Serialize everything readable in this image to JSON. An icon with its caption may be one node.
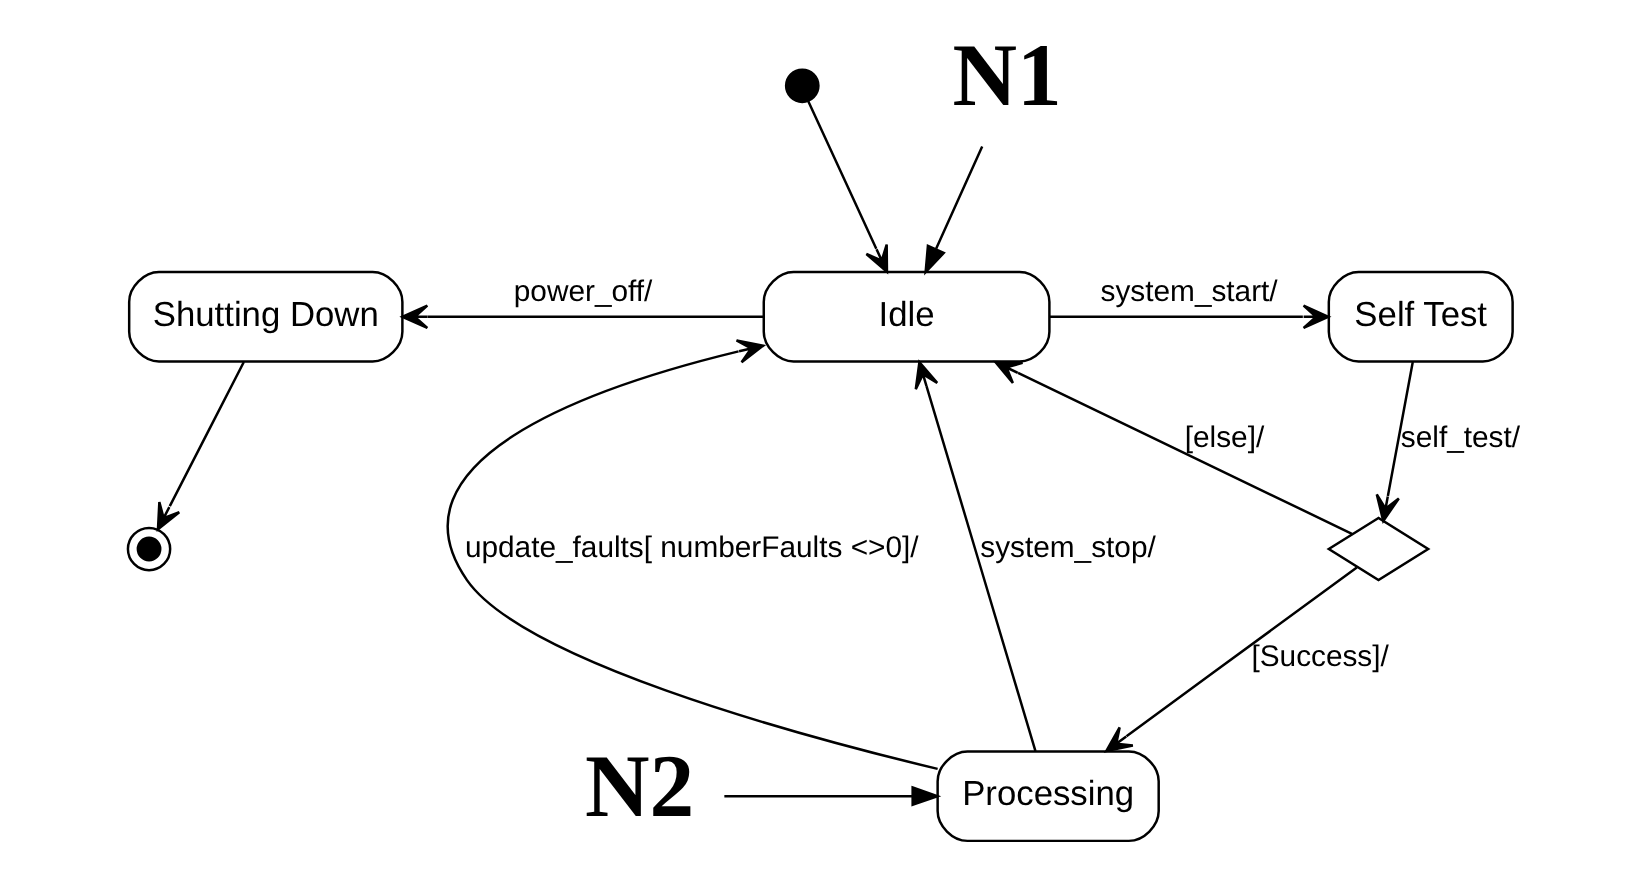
{
  "diagram": {
    "nodes": [
      {
        "text": [],
        "shape": "circle"
      },
      {
        "text": [
          "Idle"
        ]
      },
      {
        "text": [
          "Shutting Down"
        ]
      },
      {
        "text": [],
        "shape": "circle"
      },
      {
        "text": [
          "Self Test"
        ]
      },
      {
        "text": [],
        "shape": "diamond"
      },
      {
        "text": [
          "Processing"
        ]
      },
      {
        "text": [
          "N1"
        ]
      },
      {
        "text": [
          "N2"
        ]
      }
    ],
    "edges": [
      {
        "from": 0,
        "to": 1,
        "arrow": "to"
      },
      {
        "from": 7,
        "to": 1,
        "arrow": "to"
      },
      {
        "from": 1,
        "to": 2,
        "label": "power_off/",
        "arrow": "to"
      },
      {
        "from": 2,
        "to": 3,
        "arrow": "to"
      },
      {
        "from": 1,
        "to": 4,
        "label": "system_start/",
        "arrow": "to"
      },
      {
        "from": 4,
        "to": 5,
        "label": "self_test/",
        "arrow": "to"
      },
      {
        "from": 5,
        "to": 1,
        "label": "[else]/",
        "arrow": "to"
      },
      {
        "from": 5,
        "to": 6,
        "label": "[Success]/",
        "arrow": "to"
      },
      {
        "from": 6,
        "to": 1,
        "label": "update_faults[ numberFaults <>0]/",
        "arrow": "to"
      },
      {
        "from": 6,
        "to": 1,
        "label": "system_stop/",
        "arrow": "to"
      },
      {
        "from": 8,
        "to": 6,
        "arrow": "to"
      }
    ]
  }
}
